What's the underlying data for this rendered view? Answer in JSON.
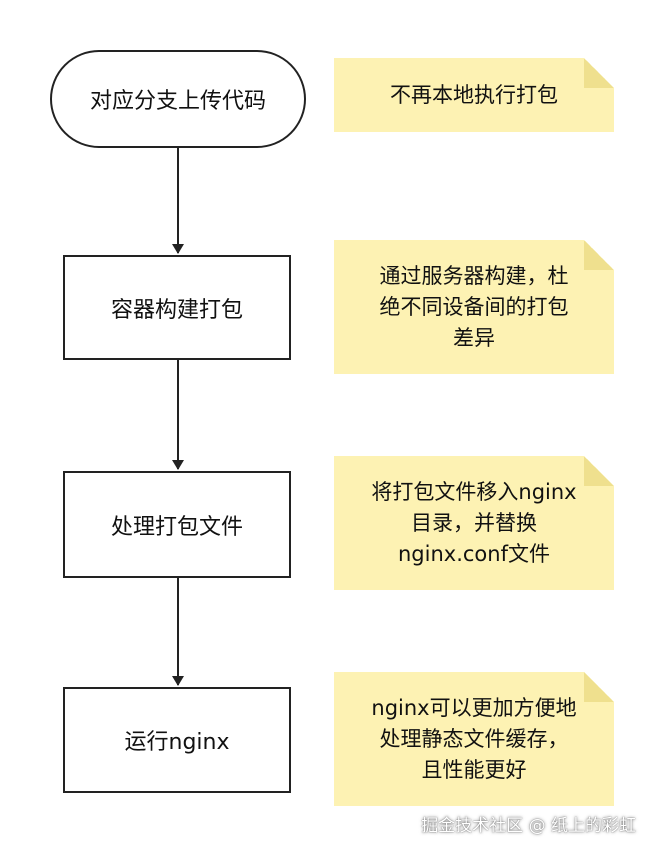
{
  "steps": [
    {
      "label": "对应分支上传代码",
      "note": "不再本地执行打包"
    },
    {
      "label": "容器构建打包",
      "note": "通过服务器构建，杜\n绝不同设备间的打包\n差异"
    },
    {
      "label": "处理打包文件",
      "note": "将打包文件移入nginx\n目录，并替换\nnginx.conf文件"
    },
    {
      "label": "运行nginx",
      "note": "nginx可以更加方便地\n处理静态文件缓存，\n且性能更好"
    }
  ],
  "watermark": "掘金技术社区 @ 纸上的彩虹",
  "colors": {
    "note_fill": "#fdf2b3",
    "stroke": "#222222"
  }
}
